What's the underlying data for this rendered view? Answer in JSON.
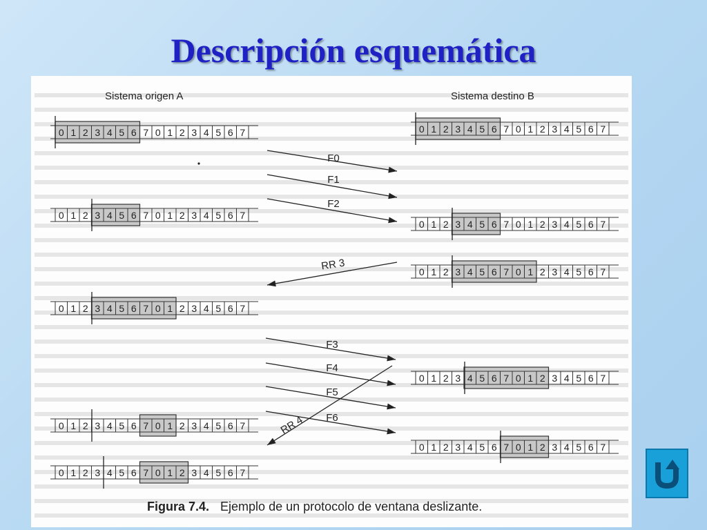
{
  "slide": {
    "title": "Descripción esquemática"
  },
  "figure": {
    "header_left": "Sistema origen A",
    "header_right": "Sistema destino B",
    "caption_label": "Figura 7.4.",
    "caption_text": "Ejemplo de un protocolo de ventana deslizante.",
    "sequence": [
      "0",
      "1",
      "2",
      "3",
      "4",
      "5",
      "6",
      "7",
      "0",
      "1",
      "2",
      "3",
      "4",
      "5",
      "6",
      "7"
    ],
    "left_rows": [
      {
        "window_start": 0,
        "window_end": 6
      },
      {
        "window_start": 3,
        "window_end": 6
      },
      {
        "window_start": 3,
        "window_end": 9
      },
      {
        "window_start": 7,
        "window_end": 9
      },
      {
        "window_start": 7,
        "window_end": 10
      }
    ],
    "right_rows": [
      {
        "window_start": 0,
        "window_end": 6
      },
      {
        "window_start": 3,
        "window_end": 6
      },
      {
        "window_start": 3,
        "window_end": 9
      },
      {
        "window_start": 4,
        "window_end": 10
      },
      {
        "window_start": 7,
        "window_end": 10
      }
    ],
    "frames": [
      {
        "label": "F0",
        "direction": "A→B"
      },
      {
        "label": "F1",
        "direction": "A→B"
      },
      {
        "label": "F2",
        "direction": "A→B"
      },
      {
        "label": "RR 3",
        "direction": "B→A"
      },
      {
        "label": "F3",
        "direction": "A→B"
      },
      {
        "label": "F4",
        "direction": "A→B"
      },
      {
        "label": "F5",
        "direction": "A→B"
      },
      {
        "label": "F6",
        "direction": "A→B"
      },
      {
        "label": "RR 4",
        "direction": "B→A"
      }
    ]
  },
  "home_button": {
    "icon": "return-u-arrow-icon"
  },
  "colors": {
    "title": "#1f21c4",
    "window_fill": "#c8c8c8",
    "button": "#1aa0d8"
  }
}
